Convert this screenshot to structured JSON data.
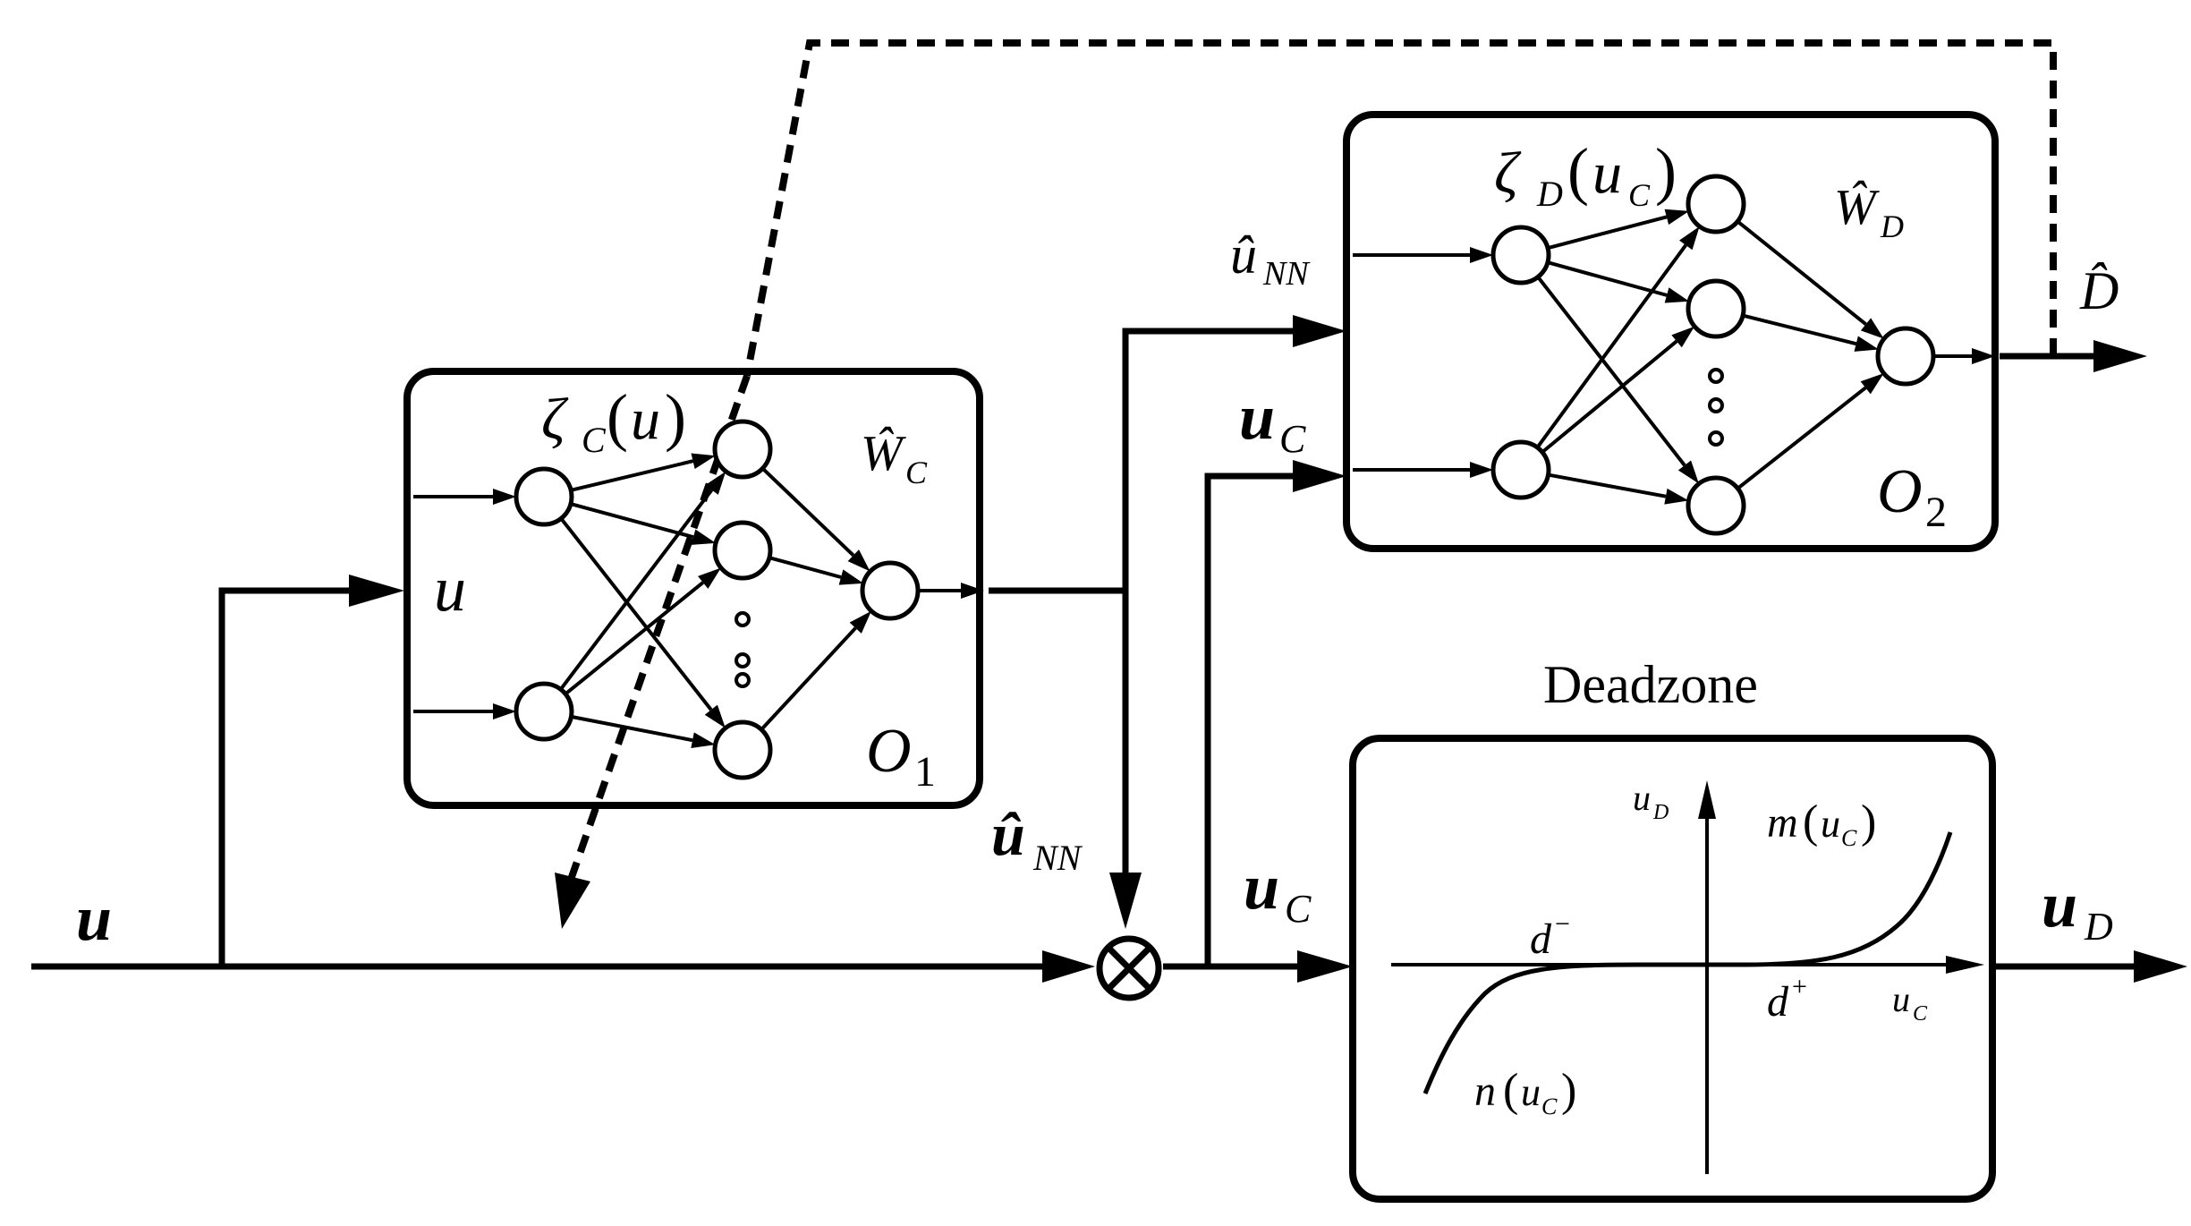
{
  "colors": {
    "ink": "#000000",
    "background": "#ffffff"
  },
  "labels": {
    "u_input": "u",
    "u_o1": "u",
    "zeta_c": "ζ",
    "zeta_c_sub": "C",
    "zeta_c_arg": "u",
    "w_c": "Ŵ",
    "w_c_sub": "C",
    "o1": "O",
    "o1_sub": "1",
    "u_nn_top": "û",
    "u_nn_top_sub": "NN",
    "u_c_top": "u",
    "u_c_top_sub": "C",
    "zeta_d": "ζ",
    "zeta_d_sub": "D",
    "zeta_d_arg": "u",
    "zeta_d_arg_sub": "C",
    "w_d": "Ŵ",
    "w_d_sub": "D",
    "o2": "O",
    "o2_sub": "2",
    "d_hat": "D̂",
    "u_nn_mid": "û",
    "u_nn_mid_sub": "NN",
    "u_c_mid": "u",
    "u_c_mid_sub": "C",
    "deadzone_title": "Deadzone",
    "u_d_axis": "u",
    "u_d_axis_sub": "D",
    "u_c_axis": "u",
    "u_c_axis_sub": "C",
    "m_label": "m",
    "m_arg": "u",
    "m_arg_sub": "C",
    "n_label": "n",
    "n_arg": "u",
    "n_arg_sub": "C",
    "d_minus": "d",
    "d_minus_sup": "−",
    "d_plus": "d",
    "d_plus_sup": "+",
    "u_d_out": "u",
    "u_d_out_sub": "D"
  }
}
